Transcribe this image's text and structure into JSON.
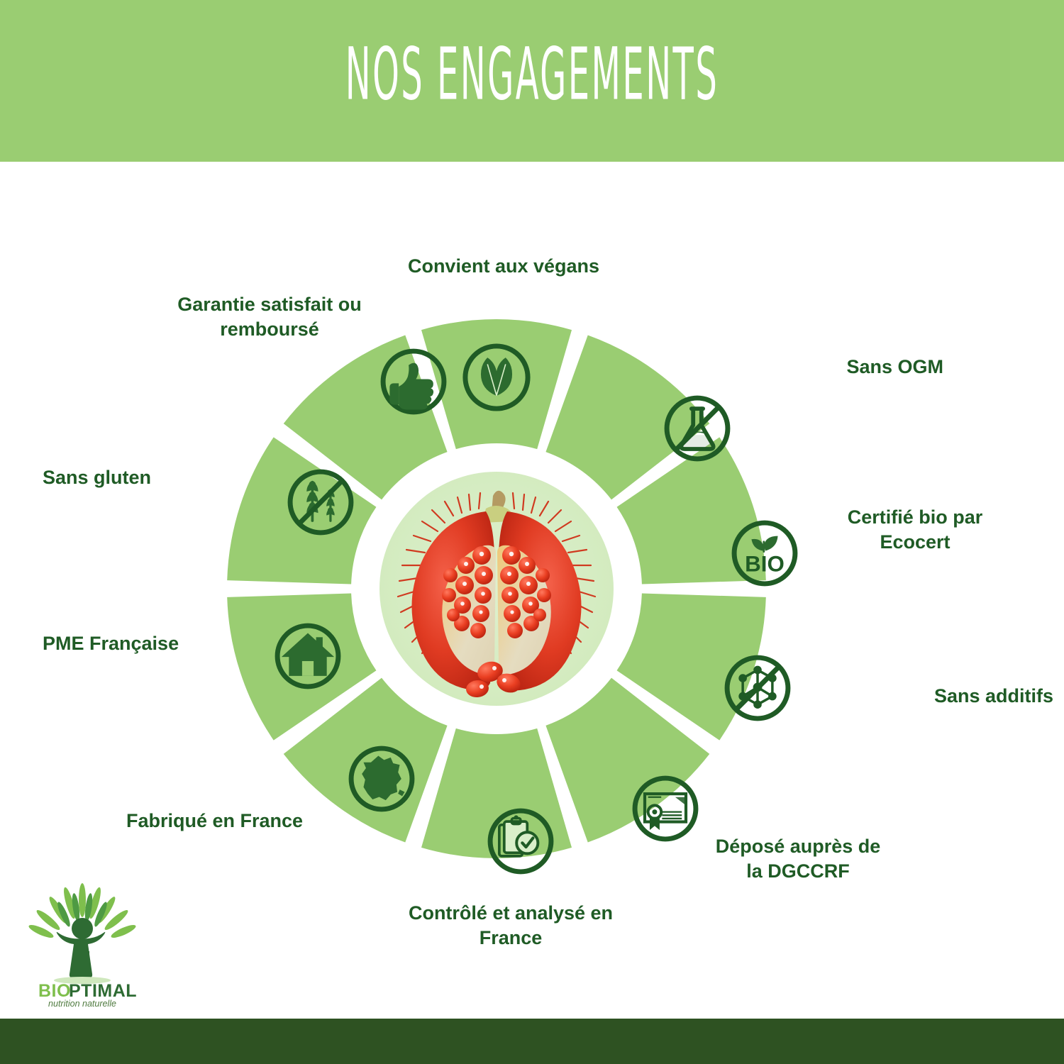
{
  "header": {
    "title": "NOS ENGAGEMENTS",
    "band_color": "#9ACD72",
    "title_color": "#FFFFFF"
  },
  "footer": {
    "band_color": "#2E5222"
  },
  "theme": {
    "segment_green": "#9ACD72",
    "icon_dark_green": "#1F5B25",
    "label_green": "#1F5B25",
    "page_background": "#FFFFFF",
    "center_disc_background": "#D8EDC4"
  },
  "center": {
    "image_alt": "Fruit de rocou (annatto) ouvert avec graines rouges",
    "disc_background": "#D8EDC4"
  },
  "wheel": {
    "segment_count": 10,
    "items": [
      {
        "id": "vegan",
        "label": "Convient aux végans",
        "icon": "leaves-circle-icon",
        "angle_deg": -90
      },
      {
        "id": "ogm",
        "label": "Sans OGM",
        "icon": "no-flask-icon",
        "angle_deg": -54
      },
      {
        "id": "ecocert",
        "label": "Certifié bio par\nEcocert",
        "icon": "bio-leaf-circle-icon",
        "angle_deg": -18
      },
      {
        "id": "additifs",
        "label": "Sans additifs",
        "icon": "no-molecule-icon",
        "angle_deg": 18
      },
      {
        "id": "dgccrf",
        "label": "Déposé auprès de\nla DGCCRF",
        "icon": "certificate-icon",
        "angle_deg": 54
      },
      {
        "id": "controle",
        "label": "Contrôlé et analysé en\nFrance",
        "icon": "clipboard-check-icon",
        "angle_deg": 90
      },
      {
        "id": "fabrique",
        "label": "Fabriqué en France",
        "icon": "france-map-icon",
        "angle_deg": 126
      },
      {
        "id": "pme",
        "label": "PME Française",
        "icon": "house-icon",
        "angle_deg": 162
      },
      {
        "id": "gluten",
        "label": "Sans gluten",
        "icon": "no-wheat-icon",
        "angle_deg": 198
      },
      {
        "id": "garantie",
        "label": "Garantie satisfait ou\nremboursé",
        "icon": "thumbs-up-icon",
        "angle_deg": 234
      }
    ]
  },
  "logo": {
    "brand_part_1": "BIO",
    "brand_part_2": "PTIMAL",
    "tagline": "nutrition naturelle",
    "mark": "tree-person-icon",
    "color_light": "#7FBF4D",
    "color_dark": "#2E6B33"
  }
}
